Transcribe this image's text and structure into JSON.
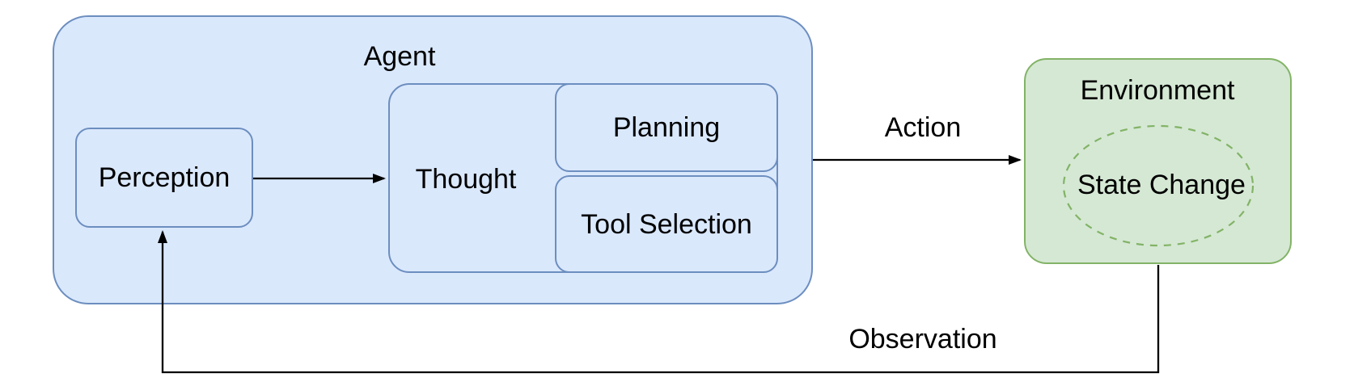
{
  "diagram": {
    "nodes": {
      "agent": {
        "label": "Agent"
      },
      "perception": {
        "label": "Perception"
      },
      "thought": {
        "label": "Thought"
      },
      "planning": {
        "label": "Planning"
      },
      "tool_selection": {
        "label": "Tool Selection"
      },
      "environment": {
        "label": "Environment"
      },
      "state_change": {
        "label": "State Change"
      }
    },
    "edges": {
      "perception_to_thought": {
        "label": "",
        "from": "Perception",
        "to": "Thought"
      },
      "action": {
        "label": "Action",
        "from": "Agent",
        "to": "Environment"
      },
      "observation": {
        "label": "Observation",
        "from": "Environment",
        "to": "Perception"
      }
    },
    "colors": {
      "agent_fill": "#dae8fc",
      "agent_stroke": "#6c8ebf",
      "environment_fill": "#d5e8d4",
      "environment_stroke": "#82b366",
      "arrow": "#000000",
      "text": "#000000",
      "background": "#ffffff"
    }
  }
}
